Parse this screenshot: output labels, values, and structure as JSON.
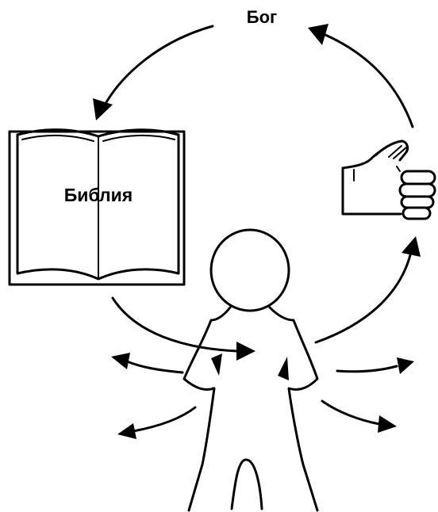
{
  "diagram": {
    "nodes": {
      "god": {
        "label": "Бог"
      },
      "bible": {
        "label": "Библия"
      },
      "hand": {
        "label": ""
      },
      "person": {
        "label": ""
      }
    },
    "edges": [
      {
        "from": "god",
        "to": "bible",
        "kind": "arc"
      },
      {
        "from": "bible",
        "to": "person",
        "kind": "arc"
      },
      {
        "from": "person",
        "to": "hand",
        "kind": "arc"
      },
      {
        "from": "hand",
        "to": "god",
        "kind": "arc"
      },
      {
        "from": "person",
        "to": "outward-upper-left",
        "kind": "short"
      },
      {
        "from": "person",
        "to": "outward-lower-left",
        "kind": "short"
      },
      {
        "from": "person",
        "to": "outward-upper-right",
        "kind": "short"
      },
      {
        "from": "person",
        "to": "outward-lower-right",
        "kind": "short"
      }
    ],
    "colors": {
      "ink": "#000000",
      "background": "#ffffff"
    }
  }
}
